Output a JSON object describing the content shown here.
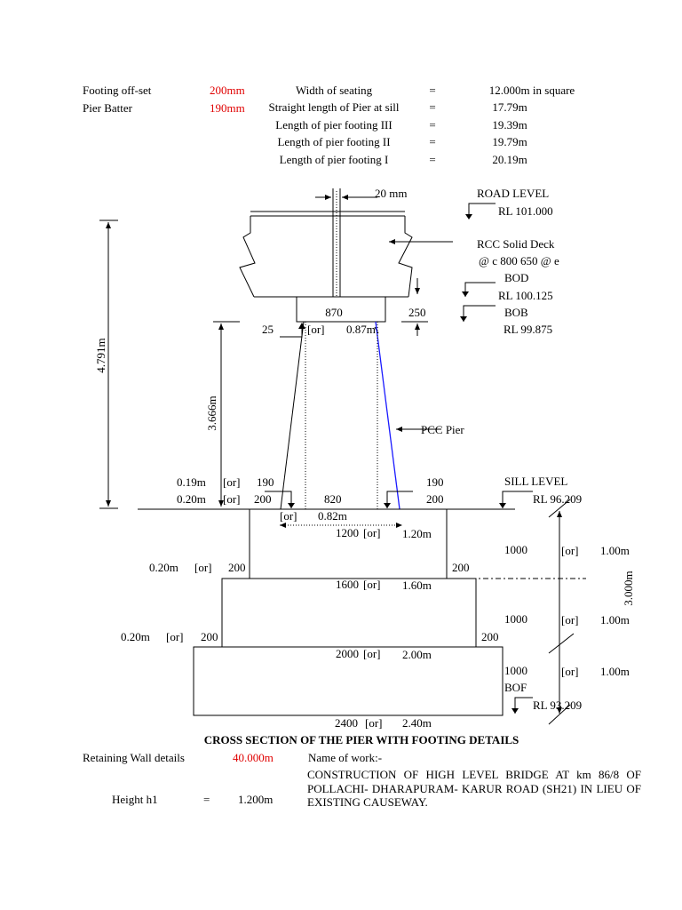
{
  "header": {
    "footing_offset_label": "Footing  off-set",
    "footing_offset_value": "200mm",
    "pier_batter_label": "Pier Batter",
    "pier_batter_value": "190mm",
    "rows": [
      {
        "label": "Width of seating",
        "eq": "=",
        "value": "12.000m  in square"
      },
      {
        "label": "Straight length of Pier at sill",
        "eq": "=",
        "value": "17.79m"
      },
      {
        "label": "Length of pier footing III",
        "eq": "=",
        "value": "19.39m"
      },
      {
        "label": "Length of pier footing II",
        "eq": "=",
        "value": "19.79m"
      },
      {
        "label": "Length of pier footing I",
        "eq": "=",
        "value": "20.19m"
      }
    ]
  },
  "diagram": {
    "joint": "20 mm",
    "road_level": "ROAD LEVEL",
    "rl_road": "RL 101.000",
    "deck": "RCC Solid Deck",
    "deck_thk": "@ c   800    650  @ e",
    "bod": "BOD",
    "rl_bod": "RL 100.125",
    "bob": "BOB",
    "rl_bob": "RL 99.875",
    "cap_width": "870",
    "cap_offset": "250",
    "top_left": "25",
    "top_or": "[or]",
    "top_width": "0.87m",
    "total_height": "4.791m",
    "pier_height": "3.666m",
    "pcc_pier": "PCC Pier",
    "batter_m": "0.19m",
    "batter_or": "[or]",
    "batter_l": "190",
    "batter_r": "190",
    "offset_m": "0.20m",
    "offset_or": "[or]",
    "offset_l": "200",
    "offset_r": "200",
    "sill_level": "SILL LEVEL",
    "rl_sill": "RL 96.209",
    "base_mm": "820",
    "base_or": "[or]",
    "base_m": "0.82m",
    "f3_mm": "1200",
    "f3_or": "[or]",
    "f3_m": "1.20m",
    "f3_h": "1000",
    "f3_hor": "[or]",
    "f3_hm": "1.00m",
    "f2_om": "0.20m",
    "f2_oor": "[or]",
    "f2_l": "200",
    "f2_r": "200",
    "f2_mm": "1600",
    "f2_or": "[or]",
    "f2_m": "1.60m",
    "f2_h": "1000",
    "f2_hor": "[or]",
    "f2_hm": "1.00m",
    "footing_total": "3.000m",
    "f1_om": "0.20m",
    "f1_oor": "[or]",
    "f1_l": "200",
    "f1_r": "200",
    "f1_mm": "2000",
    "f1_or": "[or]",
    "f1_m": "2.00m",
    "f1_h": "1000",
    "f1_hor": "[or]",
    "f1_hm": "1.00m",
    "bof": "BOF",
    "rl_bof": "RL 93.209",
    "bottom_mm": "2400",
    "bottom_or": "[or]",
    "bottom_m": "2.40m"
  },
  "caption": "CROSS SECTION OF THE PIER WITH FOOTING DETAILS",
  "footer": {
    "retaining_label": "Retaining Wall details",
    "retaining_value": "40.000m",
    "work_label": "Name of work:-",
    "height_label": "Height h1",
    "height_eq": "=",
    "height_value": "1.200m",
    "work_desc": "CONSTRUCTION OF HIGH LEVEL BRIDGE AT km 86/8 OF POLLACHI- DHARAPURAM- KARUR ROAD (SH21) IN LIEU OF EXISTING CAUSEWAY."
  },
  "colors": {
    "accent_red": "#e00000",
    "pier_blue": "#1a1aff"
  }
}
